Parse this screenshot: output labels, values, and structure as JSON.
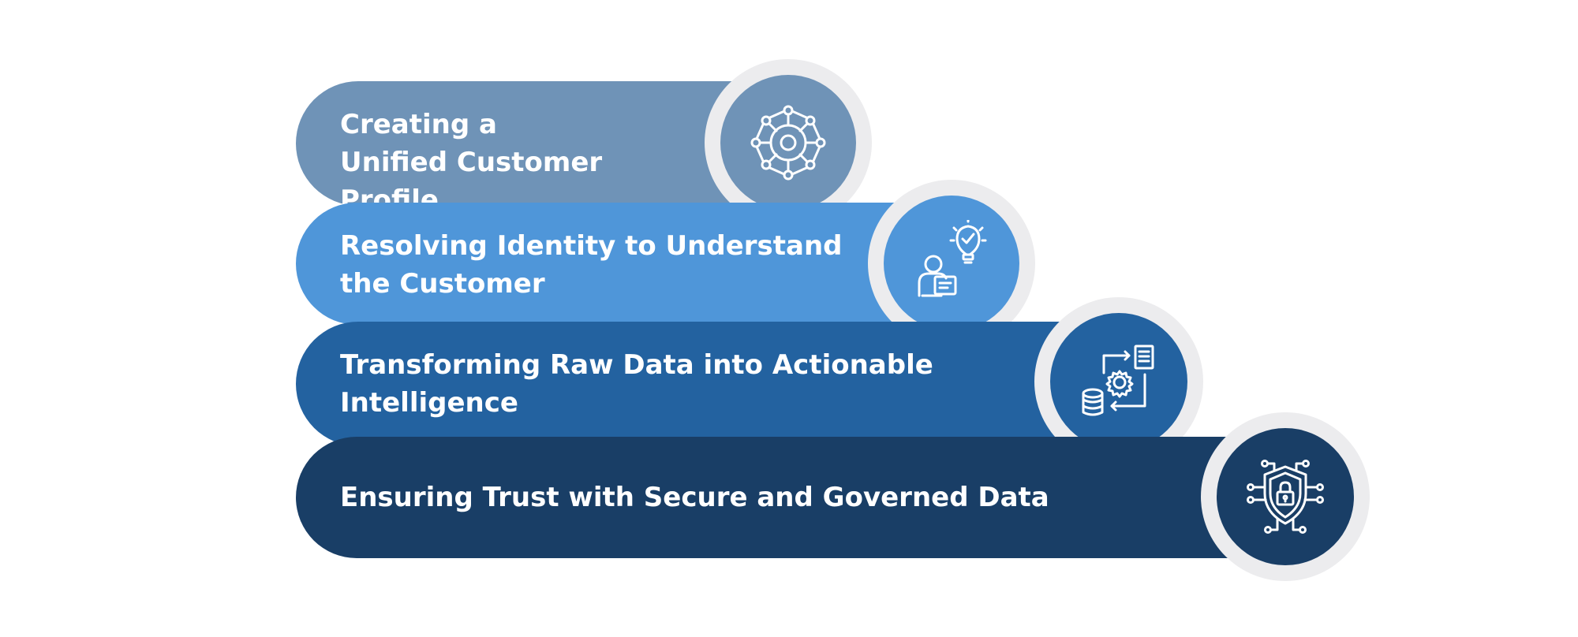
{
  "steps": [
    {
      "label": "Creating a Unified Customer Profile",
      "color": "#6f93b7",
      "icon": "network-hub-icon"
    },
    {
      "label": "Resolving Identity to Understand the Customer",
      "color": "#4f96d9",
      "icon": "person-idea-icon"
    },
    {
      "label": "Transforming Raw Data into Actionable Intelligence",
      "color": "#2362a0",
      "icon": "data-process-icon"
    },
    {
      "label": "Ensuring Trust with Secure and Governed Data",
      "color": "#193e66",
      "icon": "shield-lock-icon"
    }
  ]
}
